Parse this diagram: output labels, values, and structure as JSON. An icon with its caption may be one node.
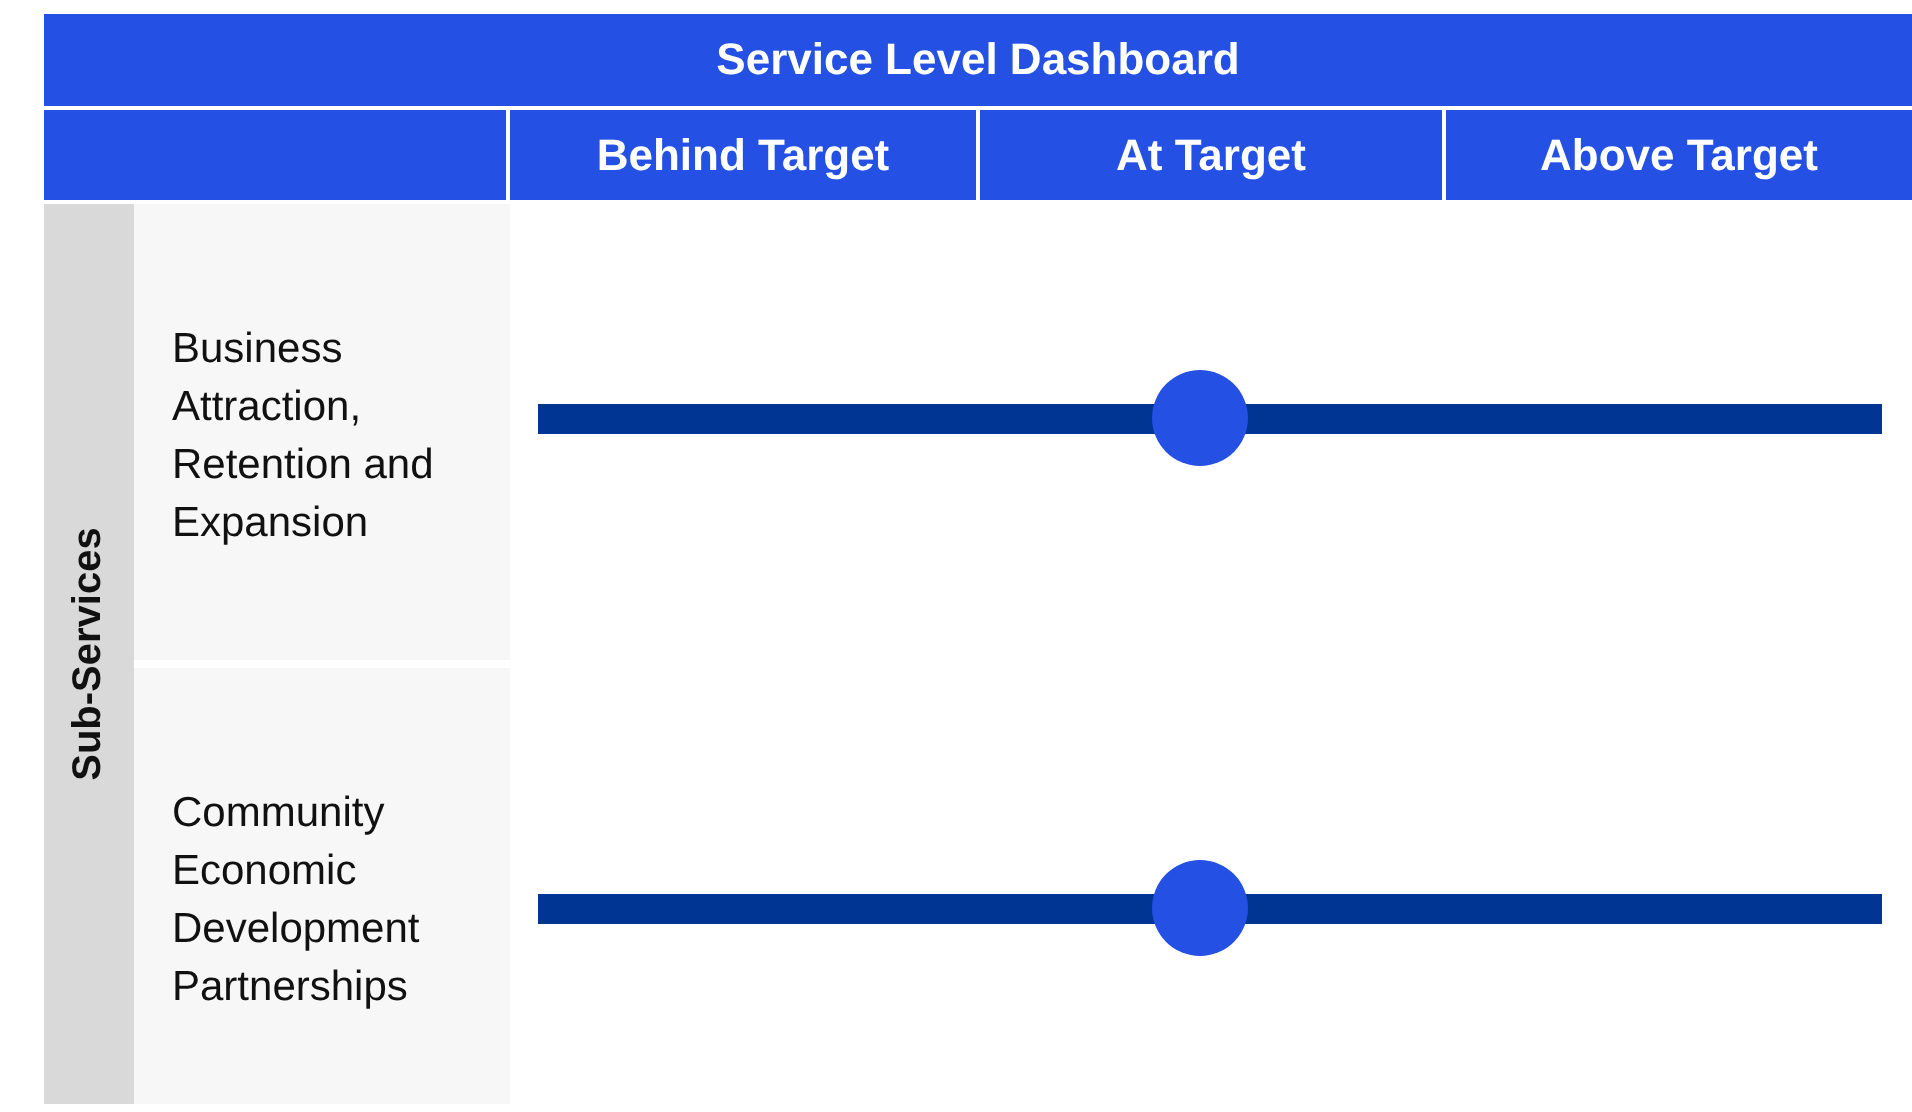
{
  "diagram": {
    "title": "Service Level Dashboard",
    "labels": [
      "Behind Target",
      "At Target",
      "Above Target",
      "Sub-Services",
      "Business Attraction, Retention and Expansion",
      "Community Economic Development Partnerships"
    ]
  }
}
